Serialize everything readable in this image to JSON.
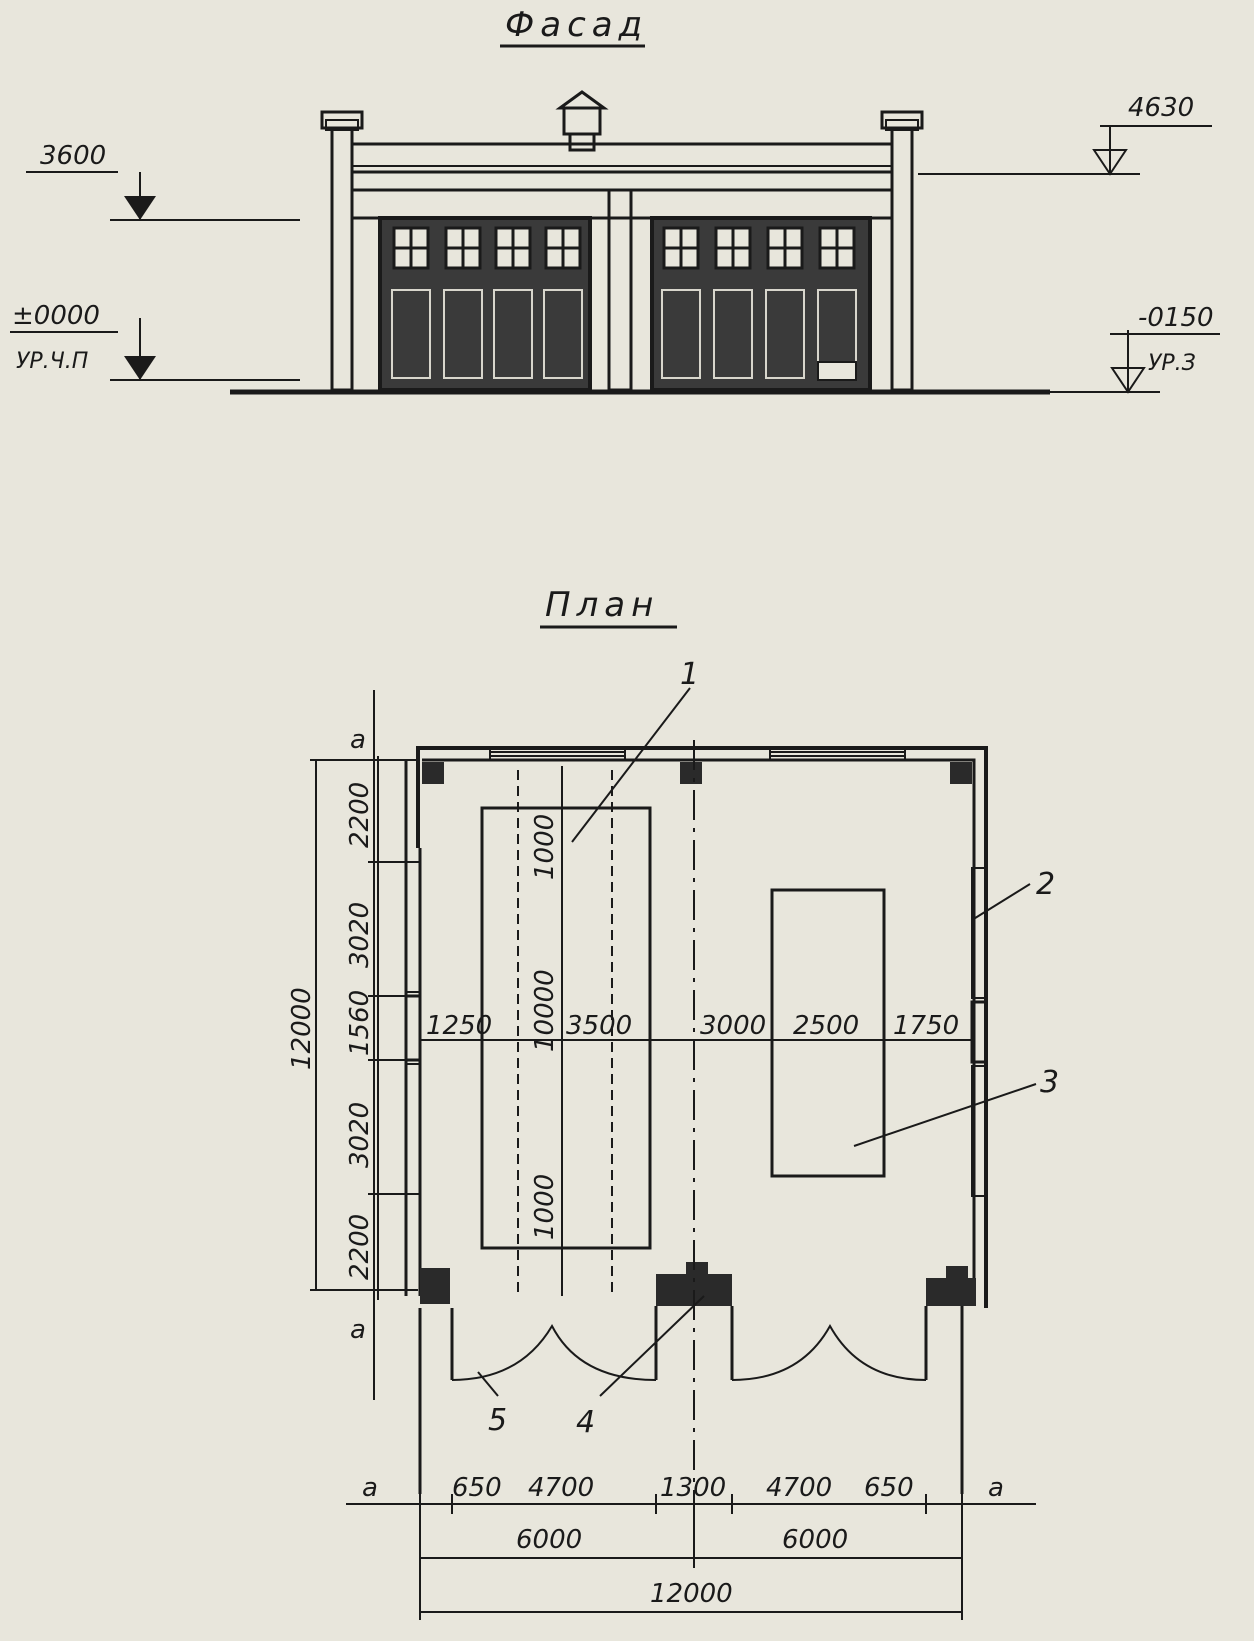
{
  "facade": {
    "title": "Фасад",
    "level_3600": "3600",
    "level_4630": "4630",
    "level_zero": "±0000",
    "level_zero_note": "УР.Ч.П",
    "level_minus": "-0150",
    "level_minus_note": "УР.З"
  },
  "plan": {
    "title": "План",
    "callouts": [
      "1",
      "2",
      "3",
      "4",
      "5"
    ],
    "left_dims": [
      "2200",
      "3020",
      "1560",
      "3020",
      "2200"
    ],
    "left_total": "12000",
    "pit_dims": [
      "1000",
      "10000",
      "1000"
    ],
    "mid_dims": [
      "1250",
      "3500",
      "3000",
      "2500",
      "1750"
    ],
    "bottom_dims": [
      "650",
      "4700",
      "1300",
      "4700",
      "650"
    ],
    "bay_dims": [
      "6000",
      "6000"
    ],
    "bottom_total": "12000",
    "a_mark": "a"
  }
}
